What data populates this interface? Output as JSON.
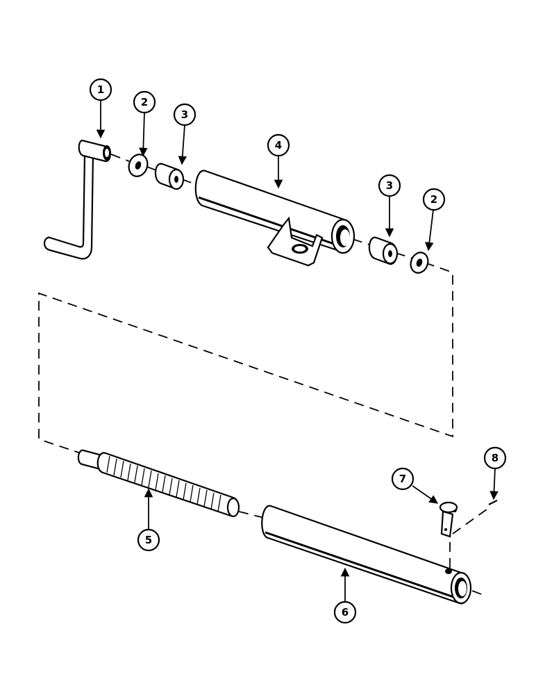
{
  "callouts": [
    {
      "id": "c1",
      "label": "1"
    },
    {
      "id": "c2a",
      "label": "2"
    },
    {
      "id": "c3a",
      "label": "3"
    },
    {
      "id": "c4",
      "label": "4"
    },
    {
      "id": "c3b",
      "label": "3"
    },
    {
      "id": "c2b",
      "label": "2"
    },
    {
      "id": "c5",
      "label": "5"
    },
    {
      "id": "c6",
      "label": "6"
    },
    {
      "id": "c7",
      "label": "7"
    },
    {
      "id": "c8",
      "label": "8"
    }
  ],
  "colors": {
    "line": "#000000",
    "background": "#ffffff",
    "part_shadow": "#000000"
  }
}
